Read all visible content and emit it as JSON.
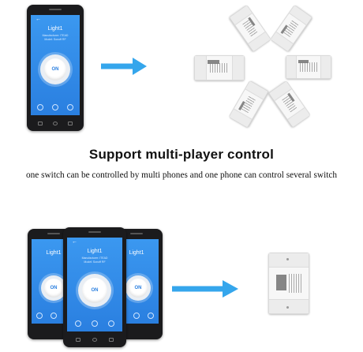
{
  "heading": "Support multi-player control",
  "subline": "one switch can be controlled by multi phones and one phone can control several switch",
  "app": {
    "title": "Light1",
    "info_line1": "Manufacturer: ITEAD",
    "info_line2": "Model: Sonoff RF",
    "on_label": "ON"
  },
  "colors": {
    "arrow": "#35a6ec",
    "app_blue": "#2a7fe0",
    "phone_body": "#1b1b1d",
    "switch_white": "#f7f7f7"
  },
  "icons": {
    "arrow": "right-arrow-icon",
    "power": "power-button-icon",
    "timer": "timer-icon",
    "share": "share-icon",
    "settings": "settings-icon"
  }
}
